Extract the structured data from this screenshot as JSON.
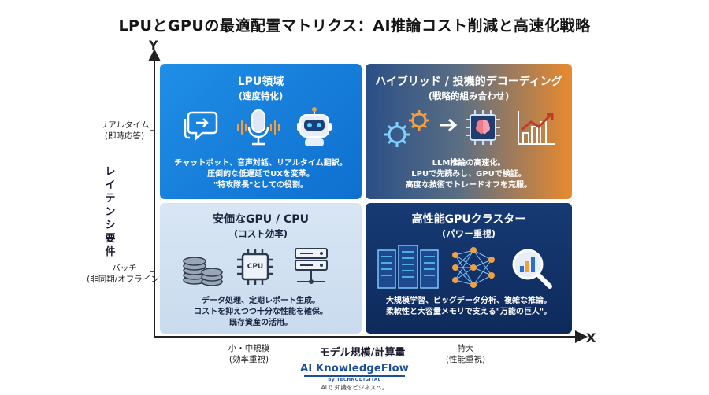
{
  "title": "LPUとGPUの最適配置マトリクス：AI推論コスト削減と高速化戦略",
  "axes": {
    "y_letter": "Y",
    "x_letter": "X",
    "y_title": "レイテンシ要件",
    "x_title": "モデル規模/計算量",
    "y_top": {
      "line1": "リアルタイム",
      "line2": "(即時応答)"
    },
    "y_bottom": {
      "line1": "バッチ",
      "line2": "(非同期/オフライン)"
    },
    "x_left": {
      "line1": "小・中規模",
      "line2": "(効率重視)"
    },
    "x_right": {
      "line1": "特大",
      "line2": "(性能重視)"
    }
  },
  "quadrants": {
    "top_left": {
      "title": "LPU領域",
      "subtitle": "(速度特化)",
      "desc1": "チャットボット、音声対話、リアルタイム翻訳。",
      "desc2": "圧倒的な低遅延でUXを変革。",
      "desc3": "\"特攻隊長\"としての役割。",
      "color": "#1a86e0"
    },
    "top_right": {
      "title": "ハイブリッド / 投機的デコーディング",
      "subtitle": "(戦略的組み合わせ)",
      "desc1": "LLM推論の高速化。",
      "desc2": "LPUで先読みし、GPUで検証。",
      "desc3": "高度な技術でトレードオフを克服。",
      "color": "#e88a2e"
    },
    "bottom_left": {
      "title": "安価なGPU / CPU",
      "subtitle": "(コスト効率)",
      "desc1": "データ処理、定期レポート生成。",
      "desc2": "コストを抑えつつ十分な性能を確保。",
      "desc3": "既存資産の活用。",
      "cpu_label": "CPU",
      "color": "#d2e2f2"
    },
    "bottom_right": {
      "title": "高性能GPUクラスター",
      "subtitle": "(パワー重視)",
      "desc1": "大規模学習、ビッグデータ分析、複雑な推論。",
      "desc2": "柔軟性と大容量メモリで支える\"万能の巨人\"。",
      "color": "#123370"
    }
  },
  "logo": {
    "main": "AI KnowledgeFlow",
    "by": "By TECHNODIGITAL",
    "tagline": "AIで 知識をビジネスへ。"
  }
}
